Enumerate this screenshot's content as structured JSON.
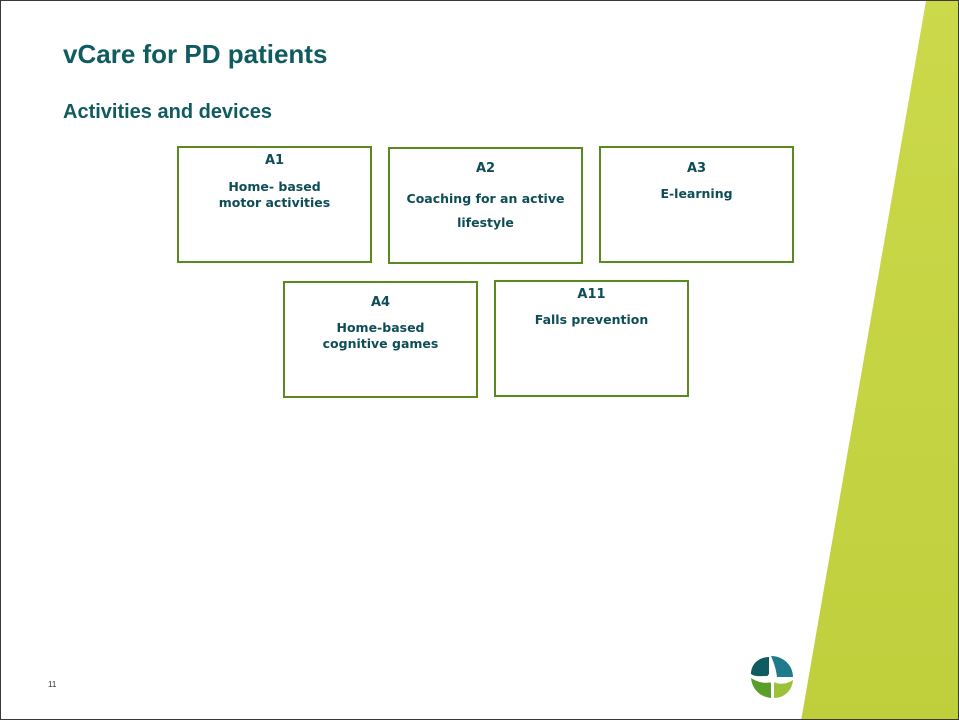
{
  "slide": {
    "title": "vCare for PD patients",
    "subtitle": "Activities and devices",
    "number": "11"
  },
  "activities": [
    {
      "code": "A1",
      "label": "Home- based motor activities"
    },
    {
      "code": "A2",
      "label": "Coaching for an active lifestyle"
    },
    {
      "code": "A3",
      "label": "E-learning"
    },
    {
      "code": "A4",
      "label": "Home-based cognitive games"
    },
    {
      "code": "A11",
      "label": "Falls prevention"
    }
  ],
  "theme": {
    "title_color": "#0f5b5f",
    "box_border_color": "#5a8a1e",
    "accent_color": "#c8d63e"
  },
  "logo_icon": "vcare-logo-icon"
}
